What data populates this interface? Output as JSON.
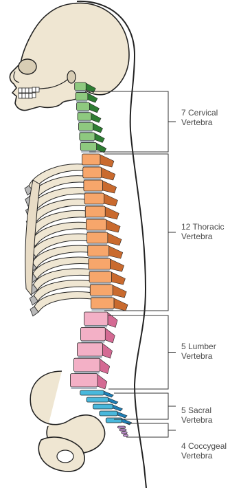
{
  "colors": {
    "outline": "#222222",
    "bone": "#efe6d2",
    "cartilage": "#b9b9b9",
    "disc": "#aab4bf",
    "cervical": "#8ec97f",
    "cervical_dark": "#2e7d32",
    "thoracic": "#f7a66b",
    "thoracic_dark": "#c96a2e",
    "lumbar": "#f3b0c6",
    "lumbar_dark": "#d46a93",
    "sacral": "#49b8dc",
    "sacral_dark": "#1f7fb6",
    "coccygeal": "#c993d8",
    "bracket": "#333333"
  },
  "regions": [
    {
      "key": "cervical",
      "line1": "7 Cervical",
      "line2": "Vertebra",
      "count": 7
    },
    {
      "key": "thoracic",
      "line1": "12 Thoracic",
      "line2": "Vertebra",
      "count": 12
    },
    {
      "key": "lumbar",
      "line1": "5 Lumber",
      "line2": "Vertebra",
      "count": 5
    },
    {
      "key": "sacral",
      "line1": "5 Sacral",
      "line2": "Vertebra",
      "count": 5
    },
    {
      "key": "coccygeal",
      "line1": "4 Coccygeal",
      "line2": "Vertebra",
      "count": 4
    }
  ],
  "rib_count": 12
}
